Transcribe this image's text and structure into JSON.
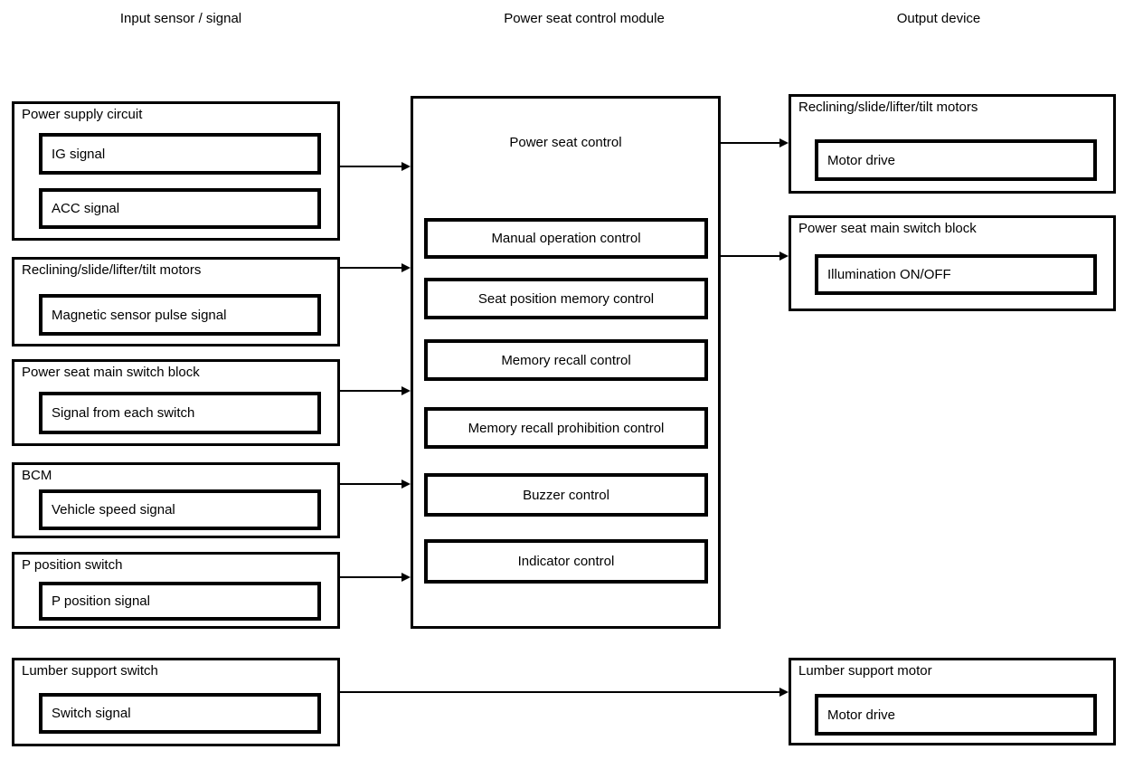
{
  "colors": {
    "ink": "#000000",
    "background": "#ffffff"
  },
  "headers": {
    "input": "Input sensor / signal",
    "module": "Power seat control module",
    "output": "Output device"
  },
  "input_boxes": [
    {
      "title": "Power supply circuit",
      "signals": [
        "IG signal",
        "ACC signal"
      ]
    },
    {
      "title": "Reclining/slide/lifter/tilt motors",
      "signals": [
        "Magnetic sensor pulse signal"
      ]
    },
    {
      "title": "Power seat main switch block",
      "signals": [
        "Signal from each switch"
      ]
    },
    {
      "title": "BCM",
      "signals": [
        "Vehicle speed signal"
      ]
    },
    {
      "title": "P position switch",
      "signals": [
        "P position signal"
      ]
    },
    {
      "title": "Lumber support switch",
      "signals": [
        "Switch signal"
      ]
    }
  ],
  "module": {
    "title": "Power seat control",
    "functions": [
      "Manual operation control",
      "Seat position memory control",
      "Memory recall control",
      "Memory recall prohibition control",
      "Buzzer control",
      "Indicator control"
    ]
  },
  "output_boxes": [
    {
      "title": "Reclining/slide/lifter/tilt motors",
      "signals": [
        "Motor drive"
      ]
    },
    {
      "title": "Power seat main switch block",
      "signals": [
        "Illumination ON/OFF"
      ]
    },
    {
      "title": "Lumber support motor",
      "signals": [
        "Motor drive"
      ]
    }
  ],
  "connections": [
    {
      "from": "Power supply circuit",
      "to": "Power seat control"
    },
    {
      "from": "Reclining/slide/lifter/tilt motors",
      "to": "Power seat control"
    },
    {
      "from": "Power seat main switch block",
      "to": "Power seat control"
    },
    {
      "from": "BCM",
      "to": "Power seat control"
    },
    {
      "from": "P position switch",
      "to": "Power seat control"
    },
    {
      "from": "Power seat control",
      "to": "Reclining/slide/lifter/tilt motors"
    },
    {
      "from": "Power seat control",
      "to": "Power seat main switch block"
    },
    {
      "from": "Lumber support switch",
      "to": "Lumber support motor"
    }
  ]
}
